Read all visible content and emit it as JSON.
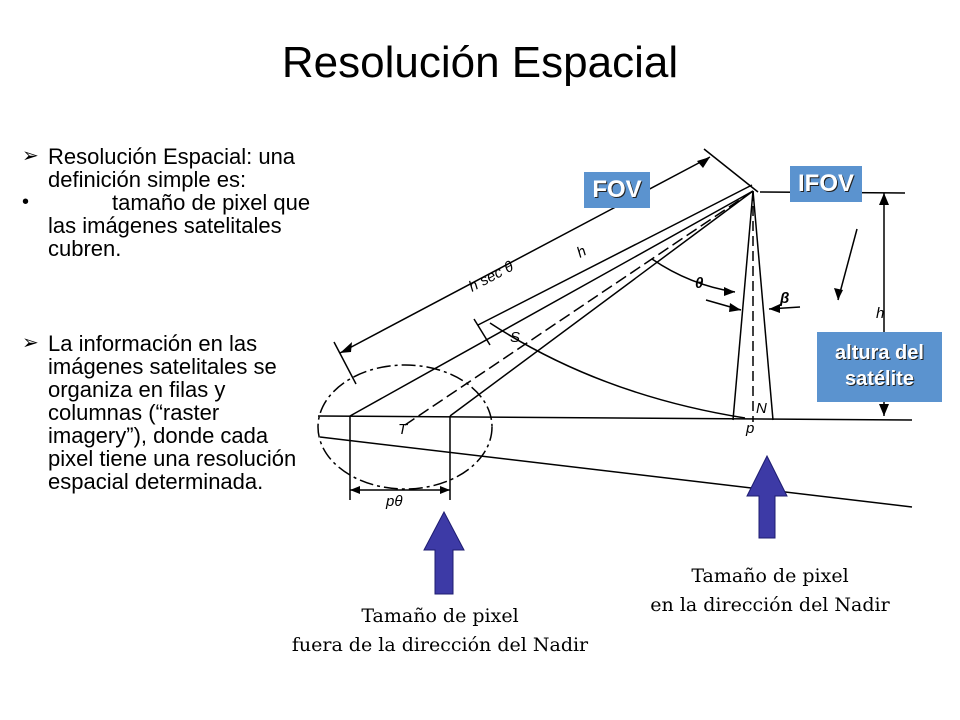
{
  "title": "Resolución Espacial",
  "bullets": [
    {
      "marker": "➢",
      "text": "Resolución Espacial: una definición simple es:"
    },
    {
      "marker": "•",
      "text": "tamaño de pixel que las imágenes satelitales cubren."
    },
    {
      "marker": "➢",
      "text": "La información en las imágenes satelitales se organiza en filas y columnas (“raster imagery”), donde cada pixel tiene una resolución espacial determinada."
    }
  ],
  "diagram": {
    "labels": {
      "fov": "FOV",
      "ifov": "IFOV",
      "altitude": "altura del satélite",
      "h_sec": "h sec θ",
      "h_diag": "h",
      "theta": "θ",
      "beta": "β",
      "h_vertical": "h",
      "s": "S",
      "n": "N",
      "p": "p",
      "t": "T",
      "p_theta": "pθ"
    },
    "colors": {
      "label_bg": "#5b93cf",
      "arrow_fill": "#3d3aa6"
    }
  },
  "captions": {
    "nadir_line1": "Tamaño de pixel",
    "nadir_line2": "en la dirección del Nadir",
    "off_line1": "Tamaño de pixel",
    "off_line2": "fuera de la dirección del Nadir"
  }
}
